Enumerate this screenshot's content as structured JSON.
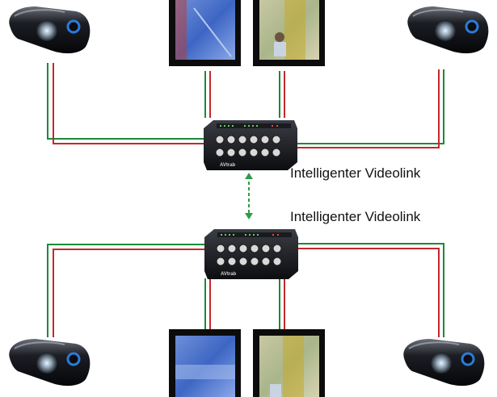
{
  "labels": {
    "upper_link": "Intelligenter Videolink",
    "lower_link": "Intelligenter Videolink"
  },
  "devices": {
    "switch_brand": "AVtrab",
    "cable_colors": [
      "#1a8a3a",
      "#ffffff",
      "#c62828"
    ],
    "uplink_color": "#2e9d44"
  },
  "icons": {
    "camera": "dome-camera-icon",
    "monitor": "video-monitor-icon",
    "switch": "network-switch-icon",
    "uplink": "dashed-double-arrow-icon"
  }
}
